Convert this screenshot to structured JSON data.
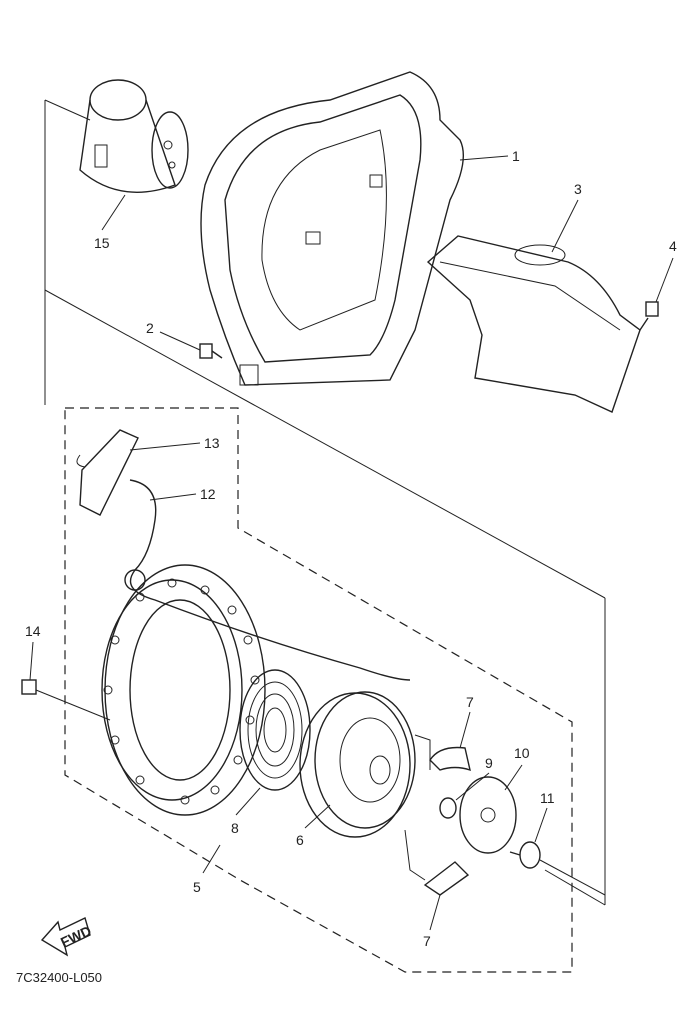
{
  "diagram": {
    "code": "7C32400-L050",
    "fwd_label": "FWD",
    "parts": [
      {
        "number": "1"
      },
      {
        "number": "2"
      },
      {
        "number": "3"
      },
      {
        "number": "4"
      },
      {
        "number": "5"
      },
      {
        "number": "6"
      },
      {
        "number": "7"
      },
      {
        "number": "7"
      },
      {
        "number": "8"
      },
      {
        "number": "9"
      },
      {
        "number": "10"
      },
      {
        "number": "11"
      },
      {
        "number": "12"
      },
      {
        "number": "13"
      },
      {
        "number": "14"
      },
      {
        "number": "15"
      }
    ]
  }
}
